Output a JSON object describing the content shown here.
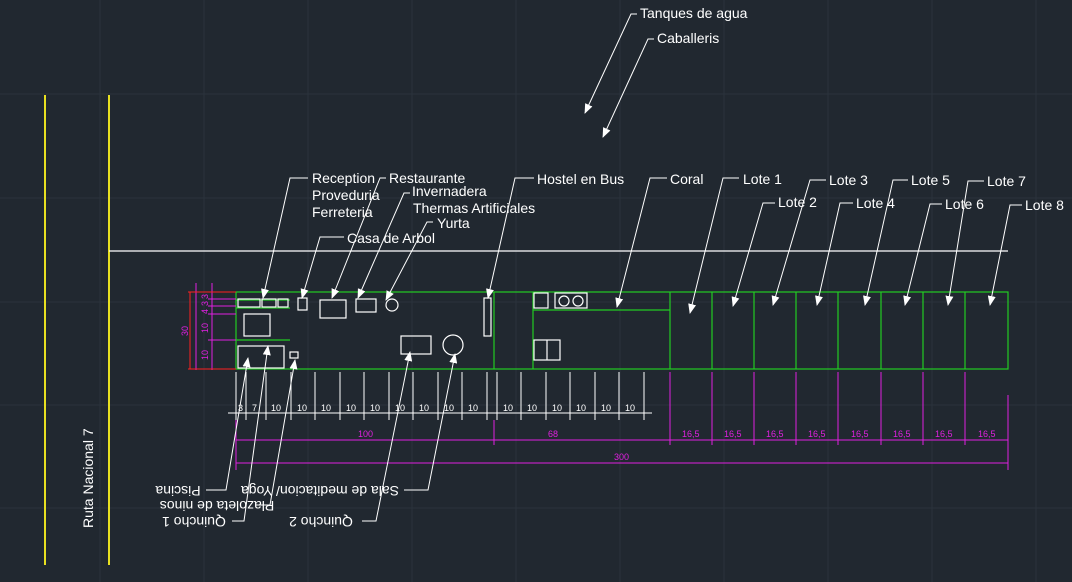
{
  "road_label": "Ruta Nacional 7",
  "callouts": {
    "tanques": "Tanques de agua",
    "caballeris": "Caballeris",
    "reception": "Reception",
    "proveduria": "Proveduria",
    "ferreteria": "Ferreteria",
    "restaurante": "Restaurante",
    "invernadera": "Invernadera",
    "thermas": "Thermas Artificiales",
    "yurta": "Yurta",
    "casa_arbol": "Casa de Arbol",
    "hostel": "Hostel en Bus",
    "coral": "Coral",
    "lote1": "Lote 1",
    "lote2": "Lote 2",
    "lote3": "Lote 3",
    "lote4": "Lote 4",
    "lote5": "Lote 5",
    "lote6": "Lote 6",
    "lote7": "Lote 7",
    "lote8": "Lote 8"
  },
  "mirrored_callouts": {
    "piscina": "Piscina",
    "quincho1": "Quincho 1",
    "plazoleta": "Plazoleta de ninos",
    "sala": "Sala de meditacion/ Yoga",
    "quincho2": "Quincho 2"
  },
  "dimensions": {
    "small_bottom": [
      "3",
      "7",
      "10",
      "10",
      "10",
      "10",
      "10",
      "10",
      "10",
      "10",
      "10",
      "10",
      "10",
      "10",
      "10",
      "10",
      "10",
      "10"
    ],
    "lot_widths": [
      "16,5",
      "16,5",
      "16,5",
      "16,5",
      "16,5",
      "16,5",
      "16,5",
      "16,5"
    ],
    "section_a": "100",
    "section_b": "68",
    "total": "300",
    "left_total": "30",
    "left_parts": [
      "3",
      "3",
      "4",
      "10",
      "10"
    ]
  },
  "colors": {
    "background": "#212830",
    "road_line": "#e8e020",
    "plot_outline": "#22cc22",
    "dimension": "#e020e0",
    "leader": "#ffffff",
    "red_extension": "#ff2020"
  }
}
